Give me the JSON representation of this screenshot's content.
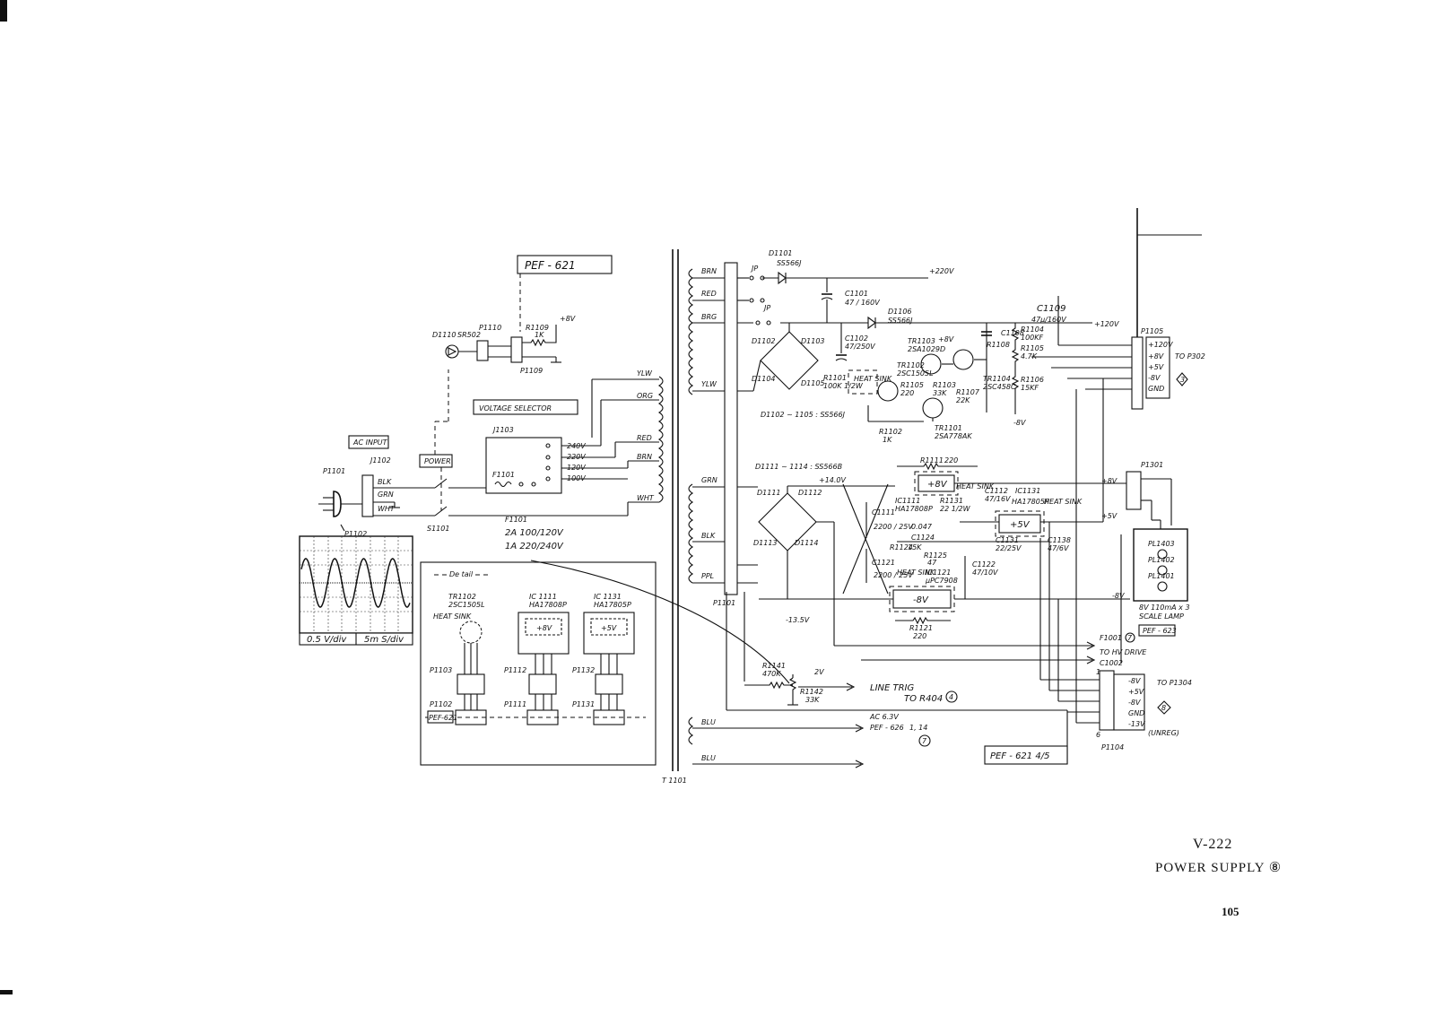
{
  "footer": {
    "model": "V-222",
    "title": "POWER SUPPLY",
    "title_mark": "⑧",
    "page_number": "105"
  },
  "boards": {
    "pef621": "PEF - 621",
    "pef621_45": "PEF - 621 4/5",
    "pef623": "PEF - 623",
    "pef626": "PEF - 626"
  },
  "ac_section": {
    "ac_input": "AC INPUT",
    "power": "POWER",
    "voltage_selector": "VOLTAGE SELECTOR",
    "p1101": "P1101",
    "p1102": "P1102",
    "j1102": "J1102",
    "j1103": "J1103",
    "s1101": "S1101",
    "f1101": "F1101",
    "fuse_rating_1": "2A 100/120V",
    "fuse_rating_2": "1A 220/240V",
    "d1110": "D1110",
    "d1110_part": "SR502",
    "p1110": "P1110",
    "p1109": "P1109",
    "r1109": "R1109",
    "r1109_val": "1K",
    "plus8v": "+8V",
    "wires_in": [
      "BLK",
      "GRN",
      "WHT"
    ],
    "taps": [
      "240V",
      "220V",
      "120V",
      "100V"
    ],
    "primary_wires": [
      "YLW",
      "ORG",
      "RED",
      "BRN",
      "WHT"
    ]
  },
  "waveform": {
    "vdiv": "0.5 V/div",
    "tdiv": "5m S/div"
  },
  "detail": {
    "heading": "De tail",
    "tr1102": "TR1102",
    "tr1102_part": "2SC1505L",
    "heat_sink": "HEAT SINK",
    "ic1111": "IC 1111",
    "ic1111_part": "HA17808P",
    "ic1131": "IC 1131",
    "ic1131_part": "HA17805P",
    "ic1111_label": "+8V",
    "ic1131_label": "+5V",
    "p1103": "P1103",
    "p1112": "P1112",
    "p1132": "P1132",
    "p1102": "P1102",
    "p1111": "P1111",
    "p1131": "P1131",
    "pef621": "PEF-621"
  },
  "transformer": {
    "label": "T 1101",
    "secondary_wires": [
      "BRN",
      "RED",
      "BRG",
      "YLW",
      "GRN",
      "BLK",
      "PPL",
      "BLU",
      "BLU"
    ],
    "p1101": "P1101",
    "jp": "JP"
  },
  "hv_section": {
    "d1101": "D1101",
    "d1101_part": "SS566J",
    "v220": "+220V",
    "c1101": "C1101",
    "c1101_val": "47 / 160V",
    "d1106": "D1106",
    "d1106_part": "SS566J",
    "c1109": "C1109",
    "c1109_val": "47μ/160V",
    "v120": "+120V",
    "d1102": "D1102",
    "d1103": "D1103",
    "d1104": "D1104",
    "d1105": "D1105",
    "diodes_note": "D1102 ~ 1105 : SS566J",
    "c1102": "C1102",
    "c1102_val": "47/250V",
    "r1101": "R1101",
    "r1101_val": "100K 1/2W",
    "heat_sink": "HEAT SINK",
    "tr1103": "TR1103",
    "tr1103_part": "2SA1029D",
    "tr1102": "TR1102",
    "tr1102_part": "2SC1505L",
    "r1105": "R1105",
    "r1105_val": "220",
    "r1103": "R1103",
    "r1103_val": "33K",
    "r1107": "R1107",
    "r1107_val": "22K",
    "tr1104": "TR1104",
    "tr1104_part": "2SC458C",
    "tr1101": "TR1101",
    "tr1101_part": "2SA778AK",
    "r1102": "R1102",
    "r1102_val": "1K",
    "c1108": "C1108",
    "r1108": "R1108",
    "r1104": "R1104",
    "r1104_val": "100KF",
    "r1105b": "R1105",
    "r1105b_val": "4.7K",
    "r1106": "R1106",
    "r1106_val": "15KF",
    "plus8v": "+8V",
    "minus8v": "-8V"
  },
  "p1105": {
    "label": "P1105",
    "pins": [
      "+120V",
      "+8V",
      "+5V",
      "-8V",
      "GND"
    ],
    "to": "TO P302",
    "ref": "3"
  },
  "lv_section": {
    "diodes_note": "D1111 ~ 1114 : SS566B",
    "d1111": "D1111",
    "d1112": "D1112",
    "d1113": "D1113",
    "d1114": "D1114",
    "v14": "+14.0V",
    "v135": "-13.5V",
    "r1111": "R1111",
    "r1111_val": "220",
    "ic1111": "IC1111",
    "ic1111_part": "HA17808P",
    "reg8": "+8V",
    "heat_sink": "HEAT SINK",
    "r1131": "R1131",
    "r1131_val": "22 1/2W",
    "c1112": "C1112",
    "c1112_val": "47/16V",
    "ic1131": "IC1131",
    "ic1131_part": "HA17805P",
    "reg5": "+5V",
    "c1111": "C1111",
    "c1111_val": "2200 / 25V",
    "r1124": "R1124",
    "r1124_val": "15K",
    "c1124": "C1124",
    "c1124_val": "0.047",
    "r1125": "R1125",
    "r1125_val": "47",
    "c1131": "C1131",
    "c1131_val": "22/25V",
    "c1138": "C1138",
    "c1138_val": "47/6V",
    "c1121": "C1121",
    "c1121_val": "2200 / 25V",
    "ic1121": "IC1121",
    "ic1121_part": "μPC7908",
    "reg_m8": "-8V",
    "c1122": "C1122",
    "c1122_val": "47/10V",
    "r1121": "R1121",
    "r1121_val": "220",
    "p1301": "P1301",
    "out8": "+8V",
    "out5": "+5V",
    "outm8": "-8V"
  },
  "lamps": {
    "pl1403": "PL1403",
    "pl1402": "PL1402",
    "pl1401": "PL1401",
    "rating": "8V 110mA x 3",
    "scale_lamp": "SCALE LAMP"
  },
  "misc": {
    "f1001": "F1001",
    "f1001_ref": "7",
    "to_hv_drive": "TO HV DRIVE",
    "c1002": "C1002",
    "r1141": "R1141",
    "r1141_val": "470K",
    "r1142": "R1142",
    "r1142_val": "33K",
    "v2": "2V",
    "line_trig": "LINE TRIG",
    "to_r404": "TO R404",
    "r404_ref": "4",
    "ac63": "AC 6.3V",
    "pef626_pins": "1, 14",
    "pef626_ref": "7"
  },
  "p1104": {
    "label": "P1104",
    "pins": [
      "-8V",
      "+5V",
      "-8V",
      "GND",
      "-13V"
    ],
    "to": "TO P1304",
    "unreg": "(UNREG)",
    "ref": "8"
  }
}
